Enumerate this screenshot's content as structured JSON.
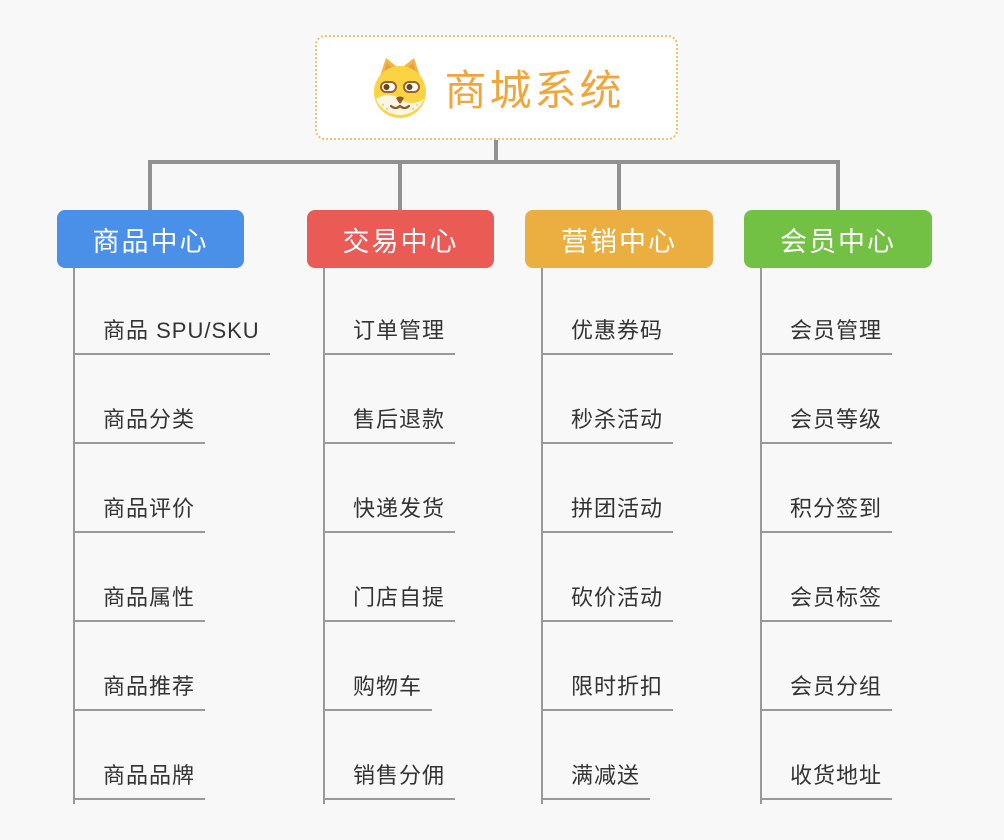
{
  "root": {
    "title": "商城系统",
    "icon": "shiba-dog-icon"
  },
  "branches": [
    {
      "label": "商品中心",
      "color": "#4A90E8",
      "children": [
        "商品 SPU/SKU",
        "商品分类",
        "商品评价",
        "商品属性",
        "商品推荐",
        "商品品牌"
      ]
    },
    {
      "label": "交易中心",
      "color": "#EA5B55",
      "children": [
        "订单管理",
        "售后退款",
        "快递发货",
        "门店自提",
        "购物车",
        "销售分佣"
      ]
    },
    {
      "label": "营销中心",
      "color": "#EBAE40",
      "children": [
        "优惠券码",
        "秒杀活动",
        "拼团活动",
        "砍价活动",
        "限时折扣",
        "满减送"
      ]
    },
    {
      "label": "会员中心",
      "color": "#72C145",
      "children": [
        "会员管理",
        "会员等级",
        "积分签到",
        "会员标签",
        "会员分组",
        "收货地址"
      ]
    }
  ],
  "colors": {
    "background": "#F8F8F8",
    "connector": "#919191",
    "child_line": "#999999",
    "child_text": "#333333",
    "root_text": "#F0A63C",
    "root_border": "#F2C16B",
    "branch_text": "#FFFFFF"
  },
  "layout_hint": {
    "type": "org-chart mind map, 1 root, 4 branches, 6 leaves each"
  }
}
